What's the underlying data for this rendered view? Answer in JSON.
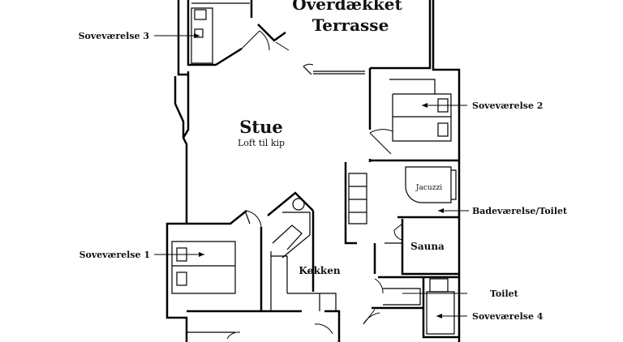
{
  "rooms": {
    "terrace_line1": "Overdækket",
    "terrace_line2": "Terrasse",
    "living": "Stue",
    "living_sub": "Loft til kip",
    "kitchen": "Køkken",
    "sauna": "Sauna",
    "jacuzzi": "Jacuzzi"
  },
  "callouts": {
    "bedroom3": "Soveværelse 3",
    "bedroom2": "Soveværelse 2",
    "bathroom": "Badeværelse/Toilet",
    "bedroom1": "Soveværelse 1",
    "toilet": "Toilet",
    "bedroom4": "Soveværelse 4"
  }
}
